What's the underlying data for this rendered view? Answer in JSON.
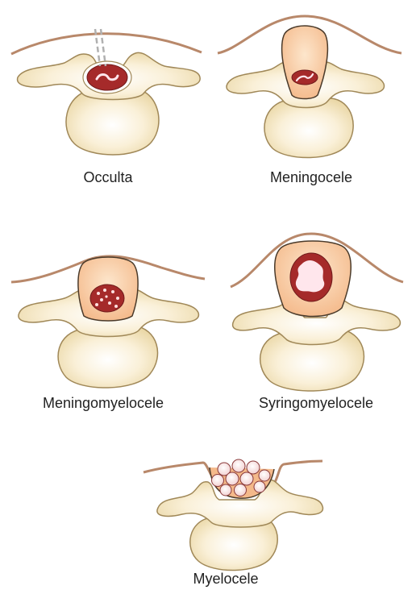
{
  "panels": [
    {
      "label": "Occulta"
    },
    {
      "label": "Meningocele"
    },
    {
      "label": "Meningomyelocele"
    },
    {
      "label": "Syringomyelocele"
    },
    {
      "label": "Myelocele"
    }
  ],
  "colors": {
    "bone_fill": "#f7e8c6",
    "bone_outline": "#a08858",
    "skin_line": "#b8886a",
    "sac_fill": "#f8c89c",
    "sac_outline": "#4a3a2a",
    "cord_fill": "#a52a2a",
    "cord_center": "#ffe6ec",
    "neural_cell_fill": "#fce8e8"
  }
}
